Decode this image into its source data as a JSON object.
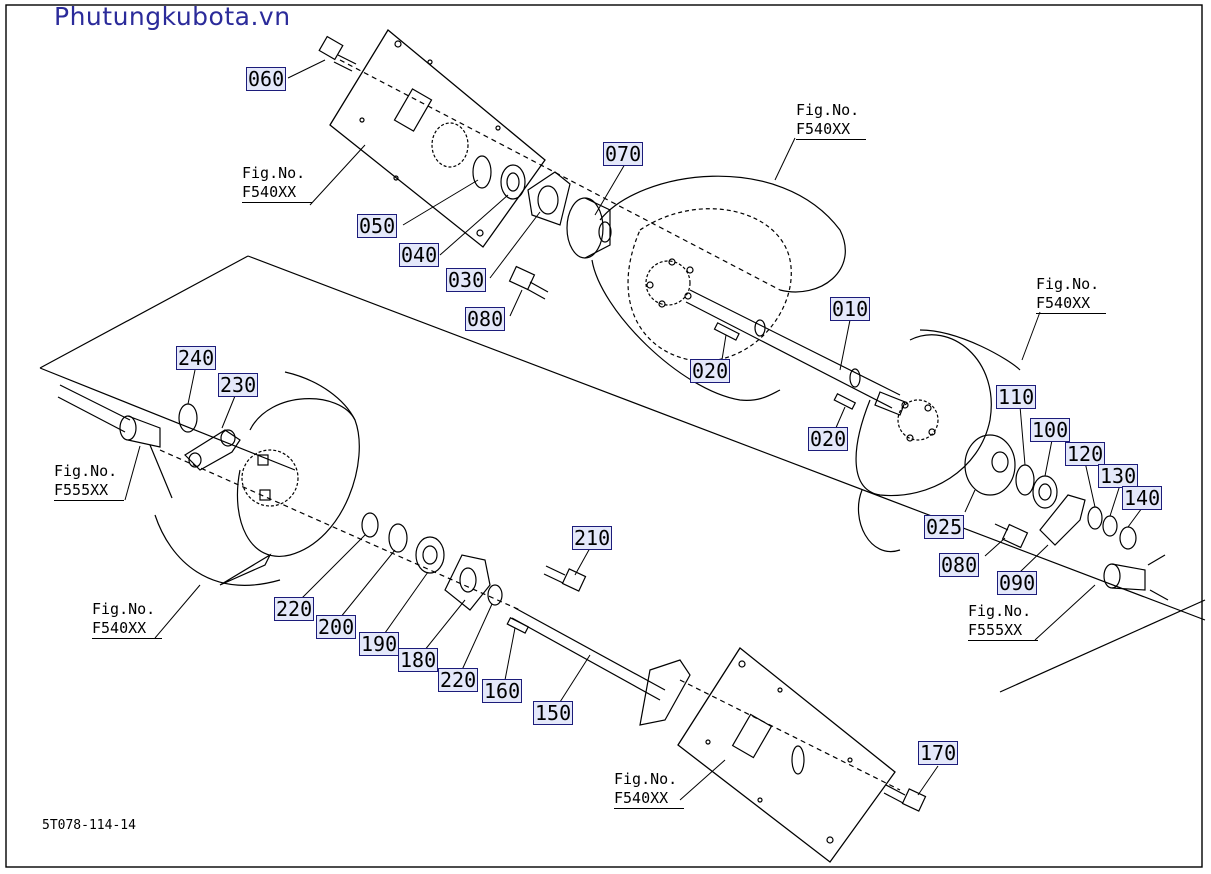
{
  "watermark": "Phutungkubota.vn",
  "document_id": "5T078-114-14",
  "figure_refs": [
    {
      "line1": "Fig.No.",
      "line2": "F540XX"
    },
    {
      "line1": "Fig.No.",
      "line2": "F540XX"
    },
    {
      "line1": "Fig.No.",
      "line2": "F540XX"
    },
    {
      "line1": "Fig.No.",
      "line2": "F555XX"
    },
    {
      "line1": "Fig.No.",
      "line2": "F540XX"
    },
    {
      "line1": "Fig.No.",
      "line2": "F555XX"
    },
    {
      "line1": "Fig.No.",
      "line2": "F540XX"
    }
  ],
  "parts": [
    "060",
    "070",
    "050",
    "040",
    "030",
    "080",
    "010",
    "020",
    "020",
    "110",
    "100",
    "120",
    "130",
    "140",
    "025",
    "080",
    "090",
    "240",
    "230",
    "220",
    "200",
    "190",
    "180",
    "220",
    "160",
    "150",
    "210",
    "170"
  ]
}
